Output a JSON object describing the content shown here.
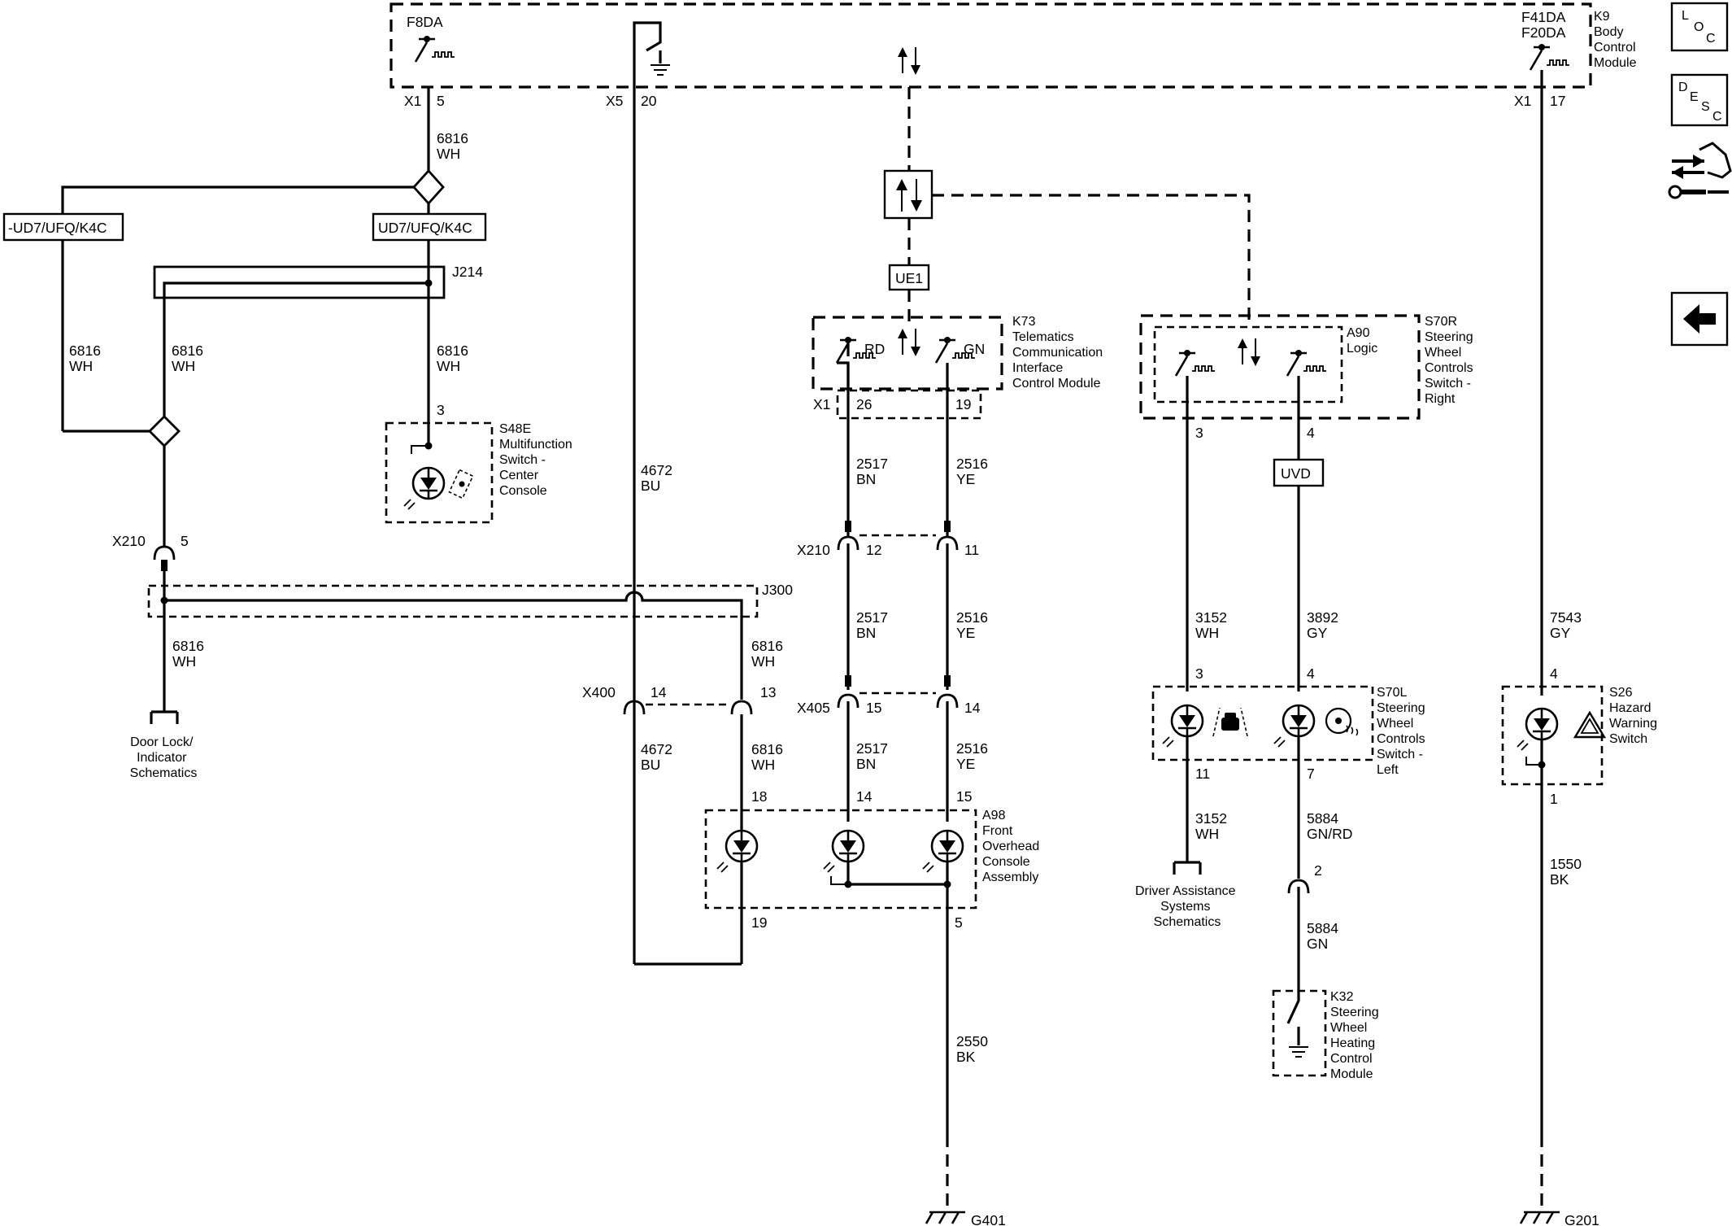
{
  "modules": {
    "k9": [
      "K9",
      "Body",
      "Control",
      "Module"
    ],
    "k9_fuse_left": "F8DA",
    "k9_fuse_right": [
      "F41DA",
      "F20DA"
    ],
    "k73": [
      "K73",
      "Telematics",
      "Communication",
      "Interface",
      "Control Module"
    ],
    "s70r": [
      "S70R",
      "Steering",
      "Wheel",
      "Controls",
      "Switch -",
      "Right"
    ],
    "a90": [
      "A90",
      "Logic"
    ],
    "s48e": [
      "S48E",
      "Multifunction",
      "Switch -",
      "Center",
      "Console"
    ],
    "s70l": [
      "S70L",
      "Steering",
      "Wheel",
      "Controls",
      "Switch -",
      "Left"
    ],
    "s26": [
      "S26",
      "Hazard",
      "Warning",
      "Switch"
    ],
    "a98": [
      "A98",
      "Front",
      "Overhead",
      "Console",
      "Assembly"
    ],
    "k32": [
      "K32",
      "Steering",
      "Wheel",
      "Heating",
      "Control",
      "Module"
    ]
  },
  "options": {
    "left": "-UD7/UFQ/K4C",
    "right": "UD7/UFQ/K4C",
    "ue1": "UE1",
    "uvd": "UVD",
    "rd": "RD",
    "gn": "GN"
  },
  "splices": {
    "j214": "J214",
    "j300": "J300"
  },
  "connectors": {
    "x1": "X1",
    "x5": "X5",
    "x210": "X210",
    "x400": "X400",
    "x405": "X405",
    "x1_pin5": "5",
    "x5_pin20": "20",
    "x1_pin17": "17",
    "k73_pin26": "26",
    "k73_pin19": "19",
    "s48e_pin3": "3",
    "x210_pin5": "5",
    "x210_pin12": "12",
    "x210_pin11": "11",
    "x400_pin14": "14",
    "x400_pin13": "13",
    "x405_pin15": "15",
    "x405_pin14": "14",
    "a98_pin18": "18",
    "a98_pin14": "14",
    "a98_pin15": "15",
    "a98_pin19": "19",
    "a98_pin5": "5",
    "s70r_pin3": "3",
    "s70r_pin4": "4",
    "s70l_pin3": "3",
    "s70l_pin4": "4",
    "s70l_pin11": "11",
    "s70l_pin7": "7",
    "k32_pin2": "2",
    "s26_pin4": "4",
    "s26_pin1": "1"
  },
  "wires": {
    "w6816_top": [
      "6816",
      "WH"
    ],
    "w6816_left": [
      "6816",
      "WH"
    ],
    "w6816_mid": [
      "6816",
      "WH"
    ],
    "w6816_right": [
      "6816",
      "WH"
    ],
    "w6816_lower": [
      "6816",
      "WH"
    ],
    "w6816_j300": [
      "6816",
      "WH"
    ],
    "w6816_a98": [
      "6816",
      "WH"
    ],
    "w4672_top": [
      "4672",
      "BU"
    ],
    "w4672_low": [
      "4672",
      "BU"
    ],
    "w2517_1": [
      "2517",
      "BN"
    ],
    "w2517_2": [
      "2517",
      "BN"
    ],
    "w2517_3": [
      "2517",
      "BN"
    ],
    "w2516_1": [
      "2516",
      "YE"
    ],
    "w2516_2": [
      "2516",
      "YE"
    ],
    "w2516_3": [
      "2516",
      "YE"
    ],
    "w2550": [
      "2550",
      "BK"
    ],
    "w3152_1": [
      "3152",
      "WH"
    ],
    "w3152_2": [
      "3152",
      "WH"
    ],
    "w3892": [
      "3892",
      "GY"
    ],
    "w5884_1": [
      "5884",
      "GN/RD"
    ],
    "w5884_2": [
      "5884",
      "GN"
    ],
    "w7543": [
      "7543",
      "GY"
    ],
    "w1550": [
      "1550",
      "BK"
    ]
  },
  "references": {
    "door_lock": [
      "Door Lock/",
      "Indicator",
      "Schematics"
    ],
    "driver_assist": [
      "Driver Assistance",
      "Systems",
      "Schematics"
    ]
  },
  "grounds": {
    "g401": "G401",
    "g201": "G201"
  },
  "nav": {
    "loc": [
      "L",
      "O",
      "C"
    ],
    "desc": [
      "D",
      "E",
      "S",
      "C"
    ]
  }
}
